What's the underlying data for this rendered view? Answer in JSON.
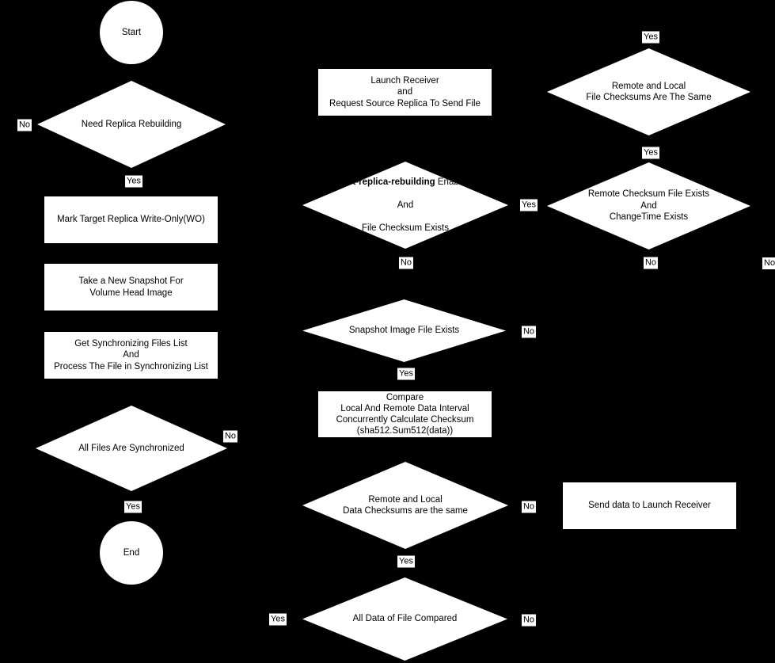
{
  "colors": {
    "background": "#000000",
    "node_fill": "#ffffff",
    "node_text": "#000000",
    "edge_label_bg": "#ffffff"
  },
  "nodes": {
    "start": "Start",
    "need_replica_rebuilding": "Need Replica Rebuilding",
    "mark_target_replica": "Mark Target Replica Write-Only(WO)",
    "take_new_snapshot": "Take a New Snapshot For\nVolume Head Image",
    "get_sync_files_list": "Get Synchronizing Files List\nAnd\nProcess The File in Synchronizing List",
    "all_files_synchronized": "All Files Are Synchronized",
    "end": "End",
    "launch_receiver": "Launch Receiver\nand\nRequest Source Replica To Send File",
    "fast_replica_rebuilding": {
      "line1_bold": "fast-replica-rebuilding",
      "line1_rest": " Enabled",
      "line2": "And",
      "line3": "File Checksum Exists"
    },
    "snapshot_image_exists": "Snapshot Image File Exists",
    "compare_checksum": "Compare\nLocal And Remote Data Interval\nConcurrently Calculate Checksum\n(sha512.Sum512(data))",
    "data_checksums_same": "Remote and Local\nData Checksums are the same",
    "all_data_compared": "All Data of File Compared",
    "file_checksums_same": "Remote and Local\nFile Checksums Are The Same",
    "remote_checksum_exists": "Remote Checksum File Exists\nAnd\nChangeTime Exists",
    "send_data": "Send data to Launch Receiver"
  },
  "edge_labels": {
    "need_replica_no": "No",
    "need_replica_yes": "Yes",
    "all_files_no": "No",
    "all_files_yes": "Yes",
    "fast_replica_yes": "Yes",
    "fast_replica_no": "No",
    "snapshot_no": "No",
    "snapshot_yes": "Yes",
    "data_checksums_no": "No",
    "data_checksums_yes": "Yes",
    "all_data_yes": "Yes",
    "all_data_no": "No",
    "file_checksums_top_yes": "Yes",
    "file_checksums_yes": "Yes",
    "remote_checksum_no": "No",
    "remote_checksum_far_no": "No"
  }
}
